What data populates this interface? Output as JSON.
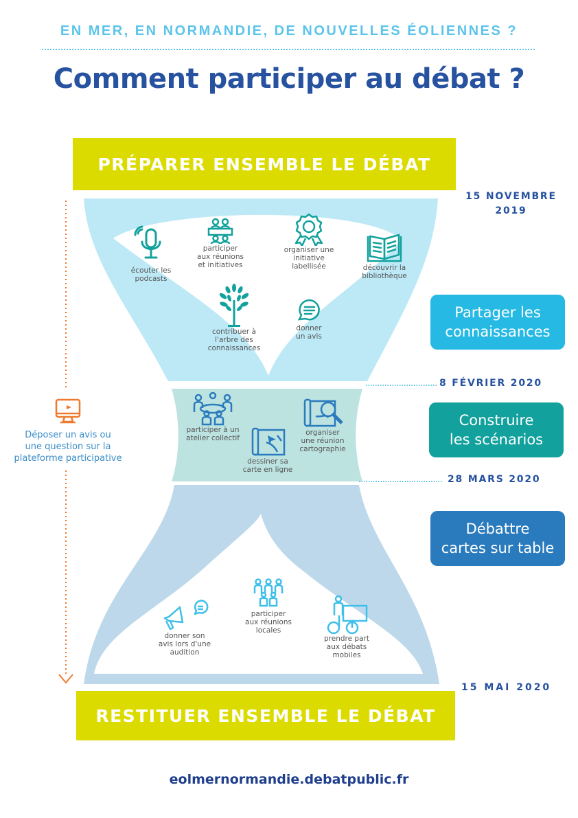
{
  "header": {
    "kicker": "EN MER, EN NORMANDIE, DE NOUVELLES ÉOLIENNES ?",
    "title": "Comment participer au débat ?"
  },
  "bands": {
    "top": "PRÉPARER ENSEMBLE LE DÉBAT",
    "bottom": "RESTITUER ENSEMBLE LE DÉBAT"
  },
  "dates": {
    "start_line1": "15 NOVEMBRE",
    "start_line2": "2019",
    "phase1_end": "8 FÉVRIER 2020",
    "phase2_end": "28 MARS 2020",
    "end": "15 MAI 2020"
  },
  "stages": [
    {
      "line1": "Partager les",
      "line2": "connaissances",
      "color": "#25b9e3"
    },
    {
      "line1": "Construire",
      "line2": "les scénarios",
      "color": "#12a19c"
    },
    {
      "line1": "Débattre",
      "line2": "cartes sur table",
      "color": "#2a7bbd"
    }
  ],
  "phase1_items": [
    {
      "icon": "microphone-icon",
      "lines": [
        "écouter les",
        "podcasts"
      ]
    },
    {
      "icon": "meeting-table-icon",
      "lines": [
        "participer",
        "aux réunions",
        "et initiatives"
      ]
    },
    {
      "icon": "award-badge-icon",
      "lines": [
        "organiser une",
        "initiative",
        "labellisée"
      ]
    },
    {
      "icon": "open-book-icon",
      "lines": [
        "découvrir la",
        "bibliothèque"
      ]
    },
    {
      "icon": "tree-icon",
      "lines": [
        "contribuer à",
        "l'arbre des",
        "connaissances"
      ]
    },
    {
      "icon": "speech-bubble-icon",
      "lines": [
        "donner",
        "un avis"
      ]
    }
  ],
  "phase2_items": [
    {
      "icon": "workshop-group-icon",
      "lines": [
        "participer à un",
        "atelier collectif"
      ]
    },
    {
      "icon": "map-drawing-icon",
      "lines": [
        "dessiner sa",
        "carte en ligne"
      ]
    },
    {
      "icon": "map-magnifier-icon",
      "lines": [
        "organiser",
        "une réunion",
        "cartographie"
      ]
    }
  ],
  "phase3_items": [
    {
      "icon": "megaphone-icon",
      "lines": [
        "donner son",
        "avis lors d'une",
        "audition"
      ]
    },
    {
      "icon": "local-meeting-group-icon",
      "lines": [
        "participer",
        "aux réunions",
        "locales"
      ]
    },
    {
      "icon": "cargo-bike-icon",
      "lines": [
        "prendre part",
        "aux débats",
        "mobiles"
      ]
    }
  ],
  "side_panel": {
    "icon": "computer-monitor-icon",
    "lines": [
      "Déposer un avis ou",
      "une question sur la",
      "plateforme participative"
    ]
  },
  "colors": {
    "accent_dark_blue": "#2752a0",
    "accent_light_blue": "#5bc4ea",
    "band_yellow": "#dcdb00",
    "phase1_fill": "#bde9f6",
    "phase2_fill": "#bde3e1",
    "phase3_fill": "#bcd8ea",
    "icon_teal": "#12a19c",
    "icon_blue": "#2a7bbd",
    "icon_cyan": "#3fbfe9",
    "side_orange": "#ee7a2f"
  },
  "footer": {
    "url": "eolmernormandie.debatpublic.fr"
  }
}
